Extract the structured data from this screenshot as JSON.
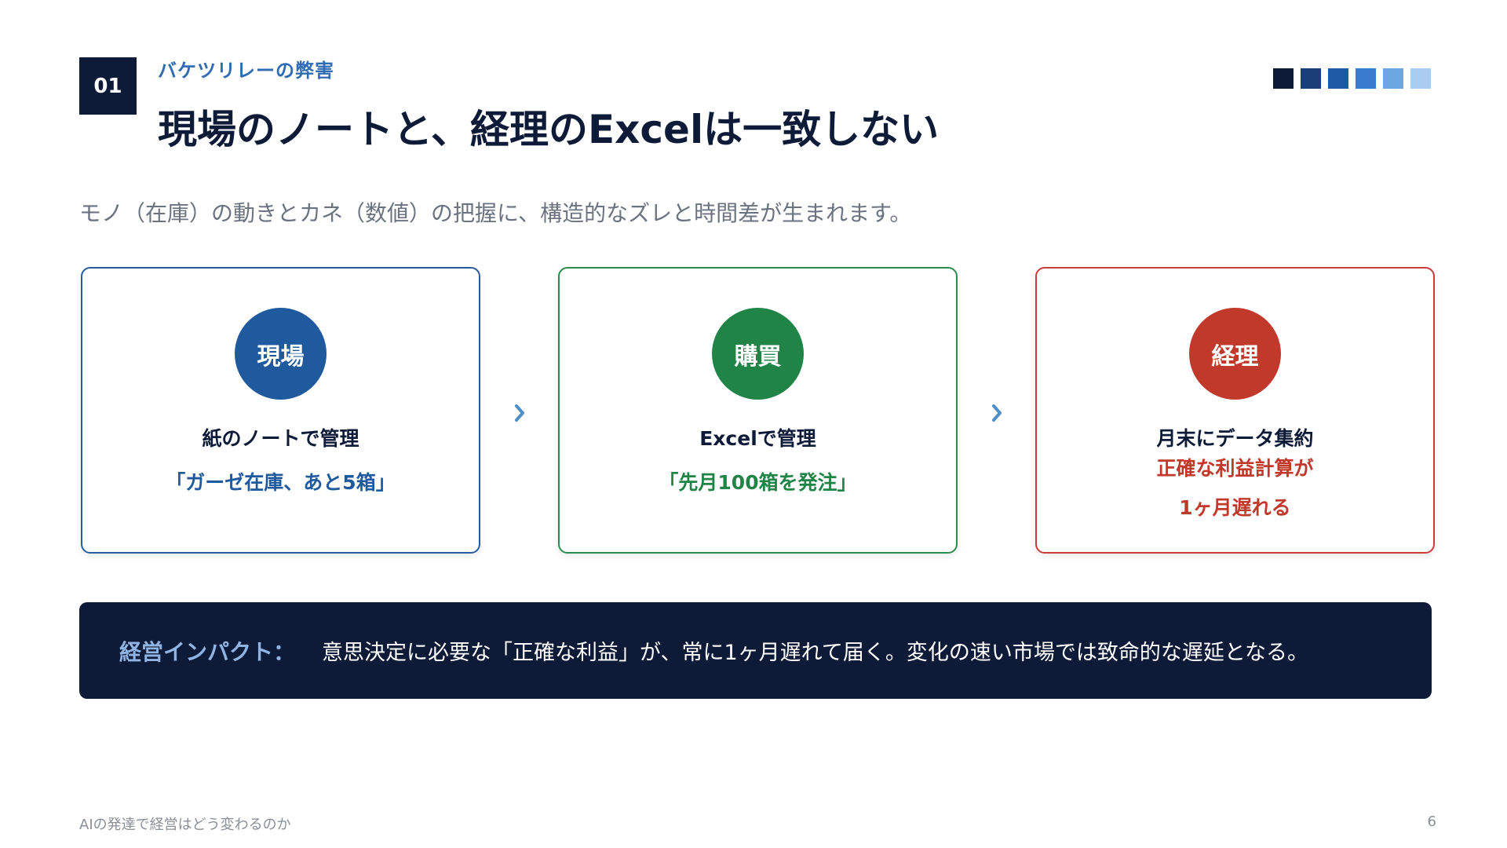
{
  "header": {
    "number": "01",
    "eyebrow": "バケツリレーの弊害",
    "title": "現場のノートと、経理のExcelは一致しない"
  },
  "decor_squares": [
    "#0d1b38",
    "#1a3f78",
    "#1f5aa6",
    "#3a7bd0",
    "#6aa6df",
    "#a9cdf0"
  ],
  "subtitle": "モノ（在庫）の動きとカネ（数値）の把握に、構造的なズレと時間差が生まれます。",
  "flow": {
    "cards": [
      {
        "badge": "現場",
        "line1": "紙のノートで管理",
        "line2": "「ガーゼ在庫、あと5箱」",
        "color": "#1f5a9e"
      },
      {
        "badge": "購買",
        "line1": "Excelで管理",
        "line2": "「先月100箱を発注」",
        "color": "#218447"
      },
      {
        "badge": "経理",
        "line1": "月末にデータ集約",
        "line2a": "正確な利益計算が",
        "line2b": "1ヶ月遅れる",
        "color": "#c0392b"
      }
    ],
    "arrow_icon": "chevron-right-icon",
    "arrow_color": "#4f8ec9"
  },
  "impact": {
    "label": "経営インパクト：",
    "text": "意思決定に必要な「正確な利益」が、常に1ヶ月遅れて届く。変化の速い市場では致命的な遅延となる。"
  },
  "footer": {
    "deck_title": "AIの発達で経営はどう変わるのか",
    "page_number": "6"
  }
}
